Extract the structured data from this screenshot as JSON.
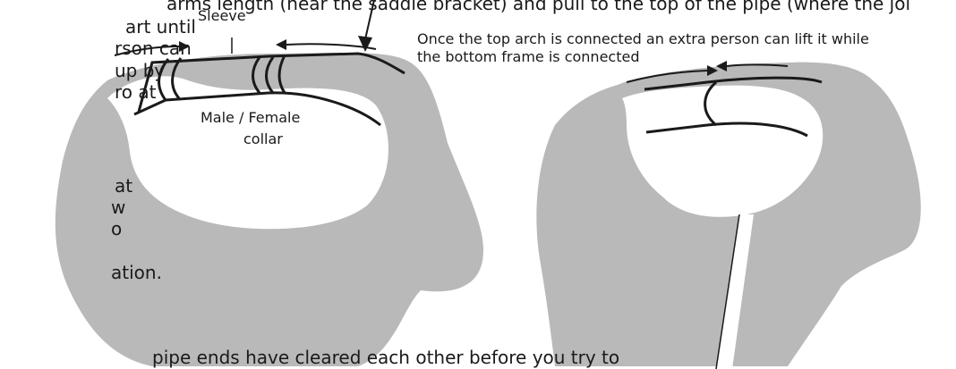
{
  "body_text": {
    "top_line": "arms length (near the saddle bracket) and pull to the top of the pipe (where the joi",
    "left_lines": [
      "art until",
      "rson can",
      " up by",
      "ro at",
      "at",
      "w",
      "o",
      "ation."
    ],
    "bottom_line": "pipe ends have cleared each other before you try to"
  },
  "left_diagram": {
    "sleeve_label": "Sleeve",
    "collar_label_line1": "Male / Female",
    "collar_label_line2": "collar"
  },
  "right_diagram": {
    "caption_line1": "Once the top arch is connected an extra person can lift it while",
    "caption_line2": "the bottom frame is connected"
  },
  "colors": {
    "shape_fill": "#b9b9b9",
    "line": "#1a1a1a"
  }
}
